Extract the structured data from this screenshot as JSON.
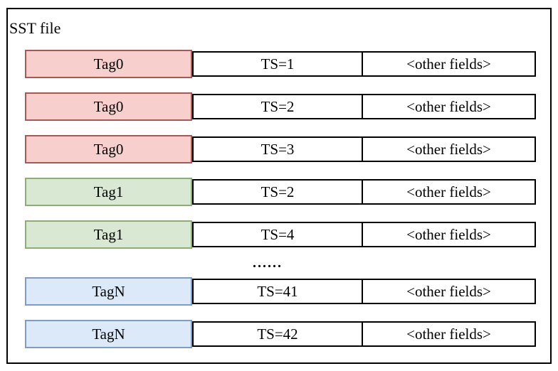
{
  "title": "SST file",
  "ellipsis": {
    "text": "......",
    "after_row_index": 4
  },
  "colors": {
    "red": {
      "fill": "#f7d0cd",
      "border": "#ad5752"
    },
    "green": {
      "fill": "#d8e8d2",
      "border": "#8aae74"
    },
    "blue": {
      "fill": "#dbe9f8",
      "border": "#7d9cc8"
    },
    "cell_border": "#000000",
    "outer_border": "#000000"
  },
  "rows": [
    {
      "tag": "Tag0",
      "ts": "TS=1",
      "other": "<other fields>",
      "color": "red"
    },
    {
      "tag": "Tag0",
      "ts": "TS=2",
      "other": "<other fields>",
      "color": "red"
    },
    {
      "tag": "Tag0",
      "ts": "TS=3",
      "other": "<other fields>",
      "color": "red"
    },
    {
      "tag": "Tag1",
      "ts": "TS=2",
      "other": "<other fields>",
      "color": "green"
    },
    {
      "tag": "Tag1",
      "ts": "TS=4",
      "other": "<other fields>",
      "color": "green"
    },
    {
      "tag": "TagN",
      "ts": "TS=41",
      "other": "<other fields>",
      "color": "blue"
    },
    {
      "tag": "TagN",
      "ts": "TS=42",
      "other": "<other fields>",
      "color": "blue"
    }
  ]
}
